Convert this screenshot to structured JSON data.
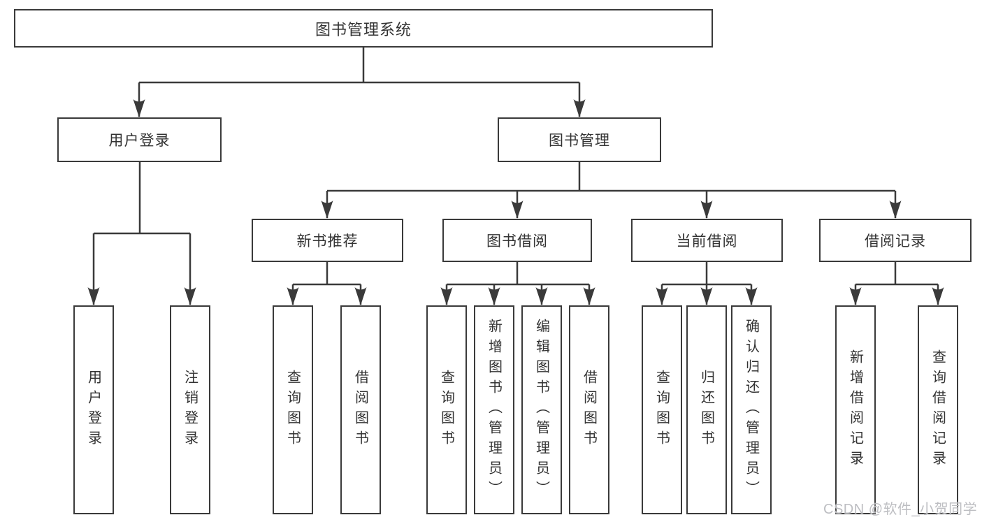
{
  "nodes": {
    "root": {
      "label": "图书管理系统"
    },
    "level2": [
      {
        "label": "用户登录",
        "parent": "图书管理系统"
      },
      {
        "label": "图书管理",
        "parent": "图书管理系统"
      }
    ],
    "level3": [
      {
        "label": "新书推荐",
        "parent": "图书管理"
      },
      {
        "label": "图书借阅",
        "parent": "图书管理"
      },
      {
        "label": "当前借阅",
        "parent": "图书管理"
      },
      {
        "label": "借阅记录",
        "parent": "图书管理"
      }
    ],
    "leaves": [
      {
        "label": "用户登录",
        "parent": "用户登录"
      },
      {
        "label": "注销登录",
        "parent": "用户登录"
      },
      {
        "label": "查询图书",
        "parent": "新书推荐"
      },
      {
        "label": "借阅图书",
        "parent": "新书推荐"
      },
      {
        "label": "查询图书",
        "parent": "图书借阅"
      },
      {
        "label": "新增图书（管理员）",
        "parent": "图书借阅"
      },
      {
        "label": "编辑图书（管理员）",
        "parent": "图书借阅"
      },
      {
        "label": "借阅图书",
        "parent": "图书借阅"
      },
      {
        "label": "查询图书",
        "parent": "当前借阅"
      },
      {
        "label": "归还图书",
        "parent": "当前借阅"
      },
      {
        "label": "确认归还（管理员）",
        "parent": "当前借阅"
      },
      {
        "label": "新增借阅记录",
        "parent": "借阅记录"
      },
      {
        "label": "查询借阅记录",
        "parent": "借阅记录"
      }
    ]
  },
  "watermark": "CSDN @软件_小贺同学",
  "colors": {
    "line": "#3a3a3a",
    "text": "#333333",
    "background": "#ffffff",
    "watermark": "#bdbec2"
  }
}
